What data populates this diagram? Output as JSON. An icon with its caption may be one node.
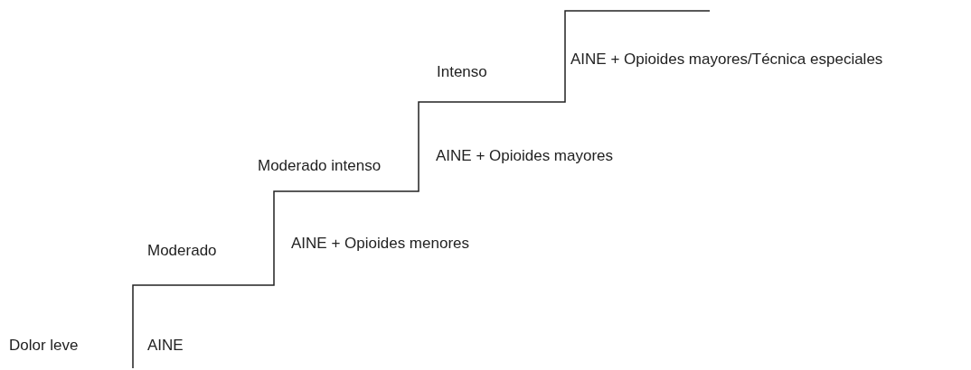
{
  "diagram": {
    "labels": [
      "Intenso",
      "AINE + Opioides mayores/Técnica especiales",
      "Moderado intenso",
      "AINE + Opioides mayores",
      "Moderado",
      "AINE + Opioides menores",
      "Dolor leve",
      "AINE"
    ]
  }
}
